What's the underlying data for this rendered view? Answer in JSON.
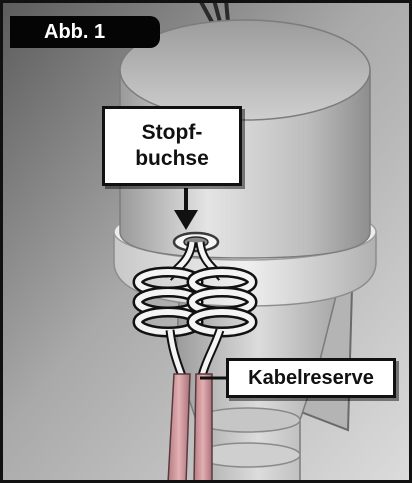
{
  "figure": {
    "tag": "Abb. 1"
  },
  "labels": {
    "gland_line1": "Stopf-",
    "gland_line2": "buchse",
    "cable": "Kabelreserve"
  },
  "colors": {
    "tab_background": "#050505",
    "cable_sheath": "#d9a3a6",
    "housing": "#d8d8d8"
  }
}
